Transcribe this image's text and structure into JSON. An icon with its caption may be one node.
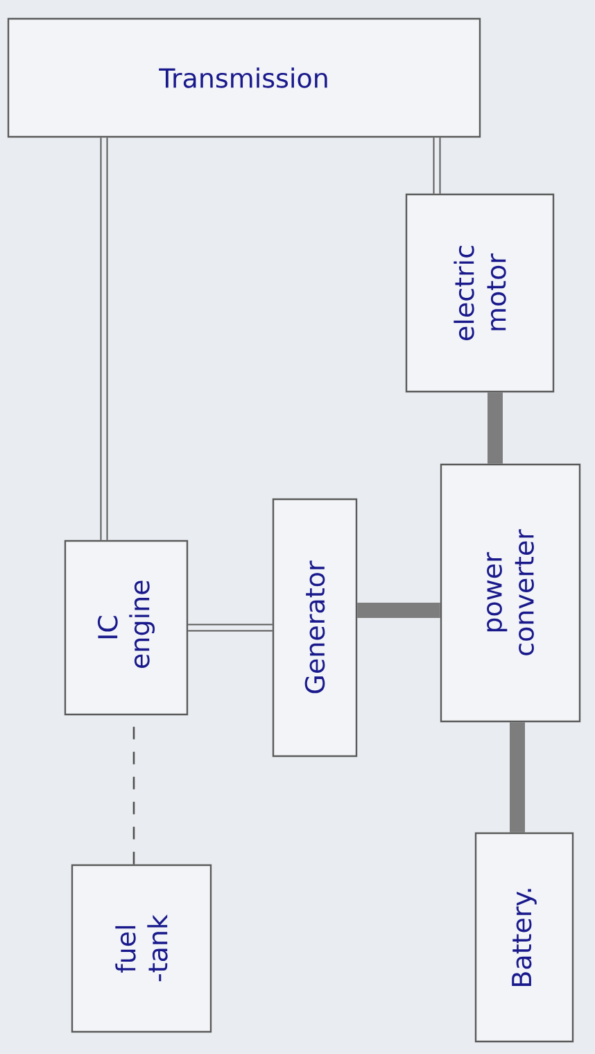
{
  "diagram": {
    "nodes": [
      {
        "text": [
          "Transmission"
        ]
      },
      {
        "text": [
          "fuel -tank"
        ]
      },
      {
        "text": [
          "IC engine"
        ]
      },
      {
        "text": [
          "Generator"
        ]
      },
      {
        "text": [
          "power converter"
        ]
      },
      {
        "text": [
          "Battery."
        ]
      },
      {
        "text": [
          "electric motor"
        ]
      }
    ],
    "edges": [
      {
        "from": 2,
        "to": 0,
        "arrow": "none"
      },
      {
        "from": 6,
        "to": 0,
        "arrow": "none"
      },
      {
        "from": 1,
        "to": 2,
        "arrow": "none",
        "style": "dashed"
      },
      {
        "from": 2,
        "to": 3,
        "arrow": "none"
      },
      {
        "from": 3,
        "to": 4,
        "arrow": "none",
        "style": "thick"
      },
      {
        "from": 4,
        "to": 6,
        "arrow": "none",
        "style": "thick"
      },
      {
        "from": 5,
        "to": 4,
        "arrow": "none",
        "style": "thick"
      }
    ]
  }
}
